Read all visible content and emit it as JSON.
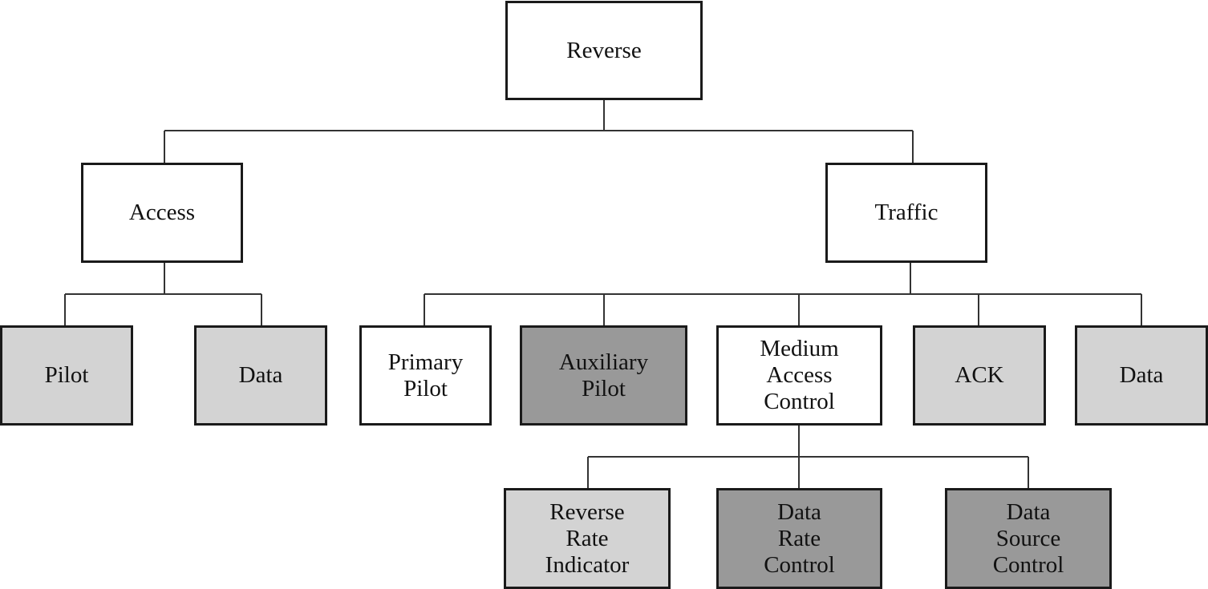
{
  "fill_colors": {
    "white": "#ffffff",
    "light": "#d3d3d3",
    "dark": "#999999"
  },
  "nodes": {
    "reverse": {
      "label": [
        "Reverse"
      ],
      "fill": "white"
    },
    "access": {
      "label": [
        "Access"
      ],
      "fill": "white"
    },
    "traffic": {
      "label": [
        "Traffic"
      ],
      "fill": "white"
    },
    "access_pilot": {
      "label": [
        "Pilot"
      ],
      "fill": "light"
    },
    "access_data": {
      "label": [
        "Data"
      ],
      "fill": "light"
    },
    "primary_pilot": {
      "label": [
        "Primary",
        "Pilot"
      ],
      "fill": "white"
    },
    "auxiliary_pilot": {
      "label": [
        "Auxiliary",
        "Pilot"
      ],
      "fill": "dark"
    },
    "mac": {
      "label": [
        "Medium",
        "Access",
        "Control"
      ],
      "fill": "white"
    },
    "ack": {
      "label": [
        "ACK"
      ],
      "fill": "light"
    },
    "traffic_data": {
      "label": [
        "Data"
      ],
      "fill": "light"
    },
    "rri": {
      "label": [
        "Reverse",
        "Rate",
        "Indicator"
      ],
      "fill": "light"
    },
    "drc": {
      "label": [
        "Data",
        "Rate",
        "Control"
      ],
      "fill": "dark"
    },
    "dsc": {
      "label": [
        "Data",
        "Source",
        "Control"
      ],
      "fill": "dark"
    }
  },
  "edges": [
    {
      "from": "reverse",
      "to": "access"
    },
    {
      "from": "reverse",
      "to": "traffic"
    },
    {
      "from": "access",
      "to": "access_pilot"
    },
    {
      "from": "access",
      "to": "access_data"
    },
    {
      "from": "traffic",
      "to": "primary_pilot"
    },
    {
      "from": "traffic",
      "to": "auxiliary_pilot"
    },
    {
      "from": "traffic",
      "to": "mac"
    },
    {
      "from": "traffic",
      "to": "ack"
    },
    {
      "from": "traffic",
      "to": "traffic_data"
    },
    {
      "from": "mac",
      "to": "rri"
    },
    {
      "from": "mac",
      "to": "drc"
    },
    {
      "from": "mac",
      "to": "dsc"
    }
  ]
}
